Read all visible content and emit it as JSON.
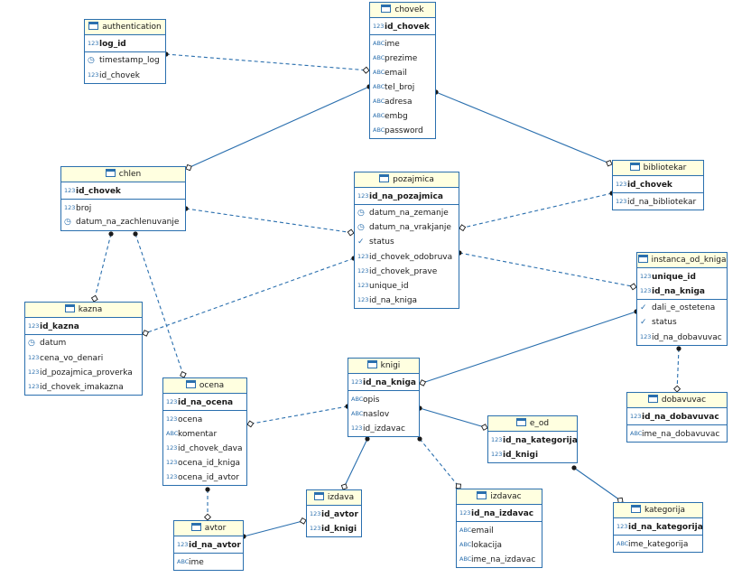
{
  "colors": {
    "border": "#2a6fae",
    "header_bg": "#ffffe0",
    "line": "#2a6fae",
    "background": "#ffffff"
  },
  "type_icons": {
    "num": "123",
    "text": "ABC",
    "date": "clock-icon",
    "bool": "check-icon"
  },
  "entities": {
    "authentication": {
      "title": "authentication",
      "keys": [
        {
          "t": "123",
          "n": "log_id"
        }
      ],
      "attrs": [
        {
          "t": "clock",
          "n": "timestamp_log"
        },
        {
          "t": "123",
          "n": "id_chovek"
        }
      ]
    },
    "chovek": {
      "title": "chovek",
      "keys": [
        {
          "t": "123",
          "n": "id_chovek"
        }
      ],
      "attrs": [
        {
          "t": "ABC",
          "n": "ime"
        },
        {
          "t": "ABC",
          "n": "prezime"
        },
        {
          "t": "ABC",
          "n": "email"
        },
        {
          "t": "ABC",
          "n": "tel_broj"
        },
        {
          "t": "ABC",
          "n": "adresa"
        },
        {
          "t": "ABC",
          "n": "embg"
        },
        {
          "t": "ABC",
          "n": "password"
        }
      ]
    },
    "chlen": {
      "title": "chlen",
      "keys": [
        {
          "t": "123",
          "n": "id_chovek"
        }
      ],
      "attrs": [
        {
          "t": "123",
          "n": "broj"
        },
        {
          "t": "clock",
          "n": "datum_na_zachlenuvanje"
        }
      ]
    },
    "pozajmica": {
      "title": "pozajmica",
      "keys": [
        {
          "t": "123",
          "n": "id_na_pozajmica"
        }
      ],
      "attrs": [
        {
          "t": "clock",
          "n": "datum_na_zemanje"
        },
        {
          "t": "clock",
          "n": "datum_na_vrakjanje"
        },
        {
          "t": "check",
          "n": "status"
        },
        {
          "t": "123",
          "n": "id_chovek_odobruva"
        },
        {
          "t": "123",
          "n": "id_chovek_prave"
        },
        {
          "t": "123",
          "n": "unique_id"
        },
        {
          "t": "123",
          "n": "id_na_kniga"
        }
      ]
    },
    "bibliotekar": {
      "title": "bibliotekar",
      "keys": [
        {
          "t": "123",
          "n": "id_chovek"
        }
      ],
      "attrs": [
        {
          "t": "123",
          "n": "id_na_bibliotekar"
        }
      ]
    },
    "instanca_od_kniga": {
      "title": "instanca_od_kniga",
      "keys": [
        {
          "t": "123",
          "n": "unique_id"
        },
        {
          "t": "123",
          "n": "id_na_kniga"
        }
      ],
      "attrs": [
        {
          "t": "check",
          "n": "dali_e_ostetena"
        },
        {
          "t": "check",
          "n": "status"
        },
        {
          "t": "123",
          "n": "id_na_dobavuvac"
        }
      ]
    },
    "kazna": {
      "title": "kazna",
      "keys": [
        {
          "t": "123",
          "n": "id_kazna"
        }
      ],
      "attrs": [
        {
          "t": "clock",
          "n": "datum"
        },
        {
          "t": "123",
          "n": "cena_vo_denari"
        },
        {
          "t": "123",
          "n": "id_pozajmica_proverka"
        },
        {
          "t": "123",
          "n": "id_chovek_imakazna"
        }
      ]
    },
    "knigi": {
      "title": "knigi",
      "keys": [
        {
          "t": "123",
          "n": "id_na_kniga"
        }
      ],
      "attrs": [
        {
          "t": "ABC",
          "n": "opis"
        },
        {
          "t": "ABC",
          "n": "naslov"
        },
        {
          "t": "123",
          "n": "id_izdavac"
        }
      ]
    },
    "ocena": {
      "title": "ocena",
      "keys": [
        {
          "t": "123",
          "n": "id_na_ocena"
        }
      ],
      "attrs": [
        {
          "t": "123",
          "n": "ocena"
        },
        {
          "t": "ABC",
          "n": "komentar"
        },
        {
          "t": "123",
          "n": "id_chovek_dava"
        },
        {
          "t": "123",
          "n": "ocena_id_kniga"
        },
        {
          "t": "123",
          "n": "ocena_id_avtor"
        }
      ]
    },
    "dobavuvac": {
      "title": "dobavuvac",
      "keys": [
        {
          "t": "123",
          "n": "id_na_dobavuvac"
        }
      ],
      "attrs": [
        {
          "t": "ABC",
          "n": "ime_na_dobavuvac"
        }
      ]
    },
    "e_od": {
      "title": "e_od",
      "keys": [
        {
          "t": "123",
          "n": "id_na_kategorija"
        },
        {
          "t": "123",
          "n": "id_knigi"
        }
      ],
      "attrs": []
    },
    "izdava": {
      "title": "izdava",
      "keys": [
        {
          "t": "123",
          "n": "id_avtor"
        },
        {
          "t": "123",
          "n": "id_knigi"
        }
      ],
      "attrs": []
    },
    "izdavac": {
      "title": "izdavac",
      "keys": [
        {
          "t": "123",
          "n": "id_na_izdavac"
        }
      ],
      "attrs": [
        {
          "t": "ABC",
          "n": "email"
        },
        {
          "t": "ABC",
          "n": "lokacija"
        },
        {
          "t": "ABC",
          "n": "ime_na_izdavac"
        }
      ]
    },
    "avtor": {
      "title": "avtor",
      "keys": [
        {
          "t": "123",
          "n": "id_na_avtor"
        }
      ],
      "attrs": [
        {
          "t": "ABC",
          "n": "ime"
        }
      ]
    },
    "kategorija": {
      "title": "kategorija",
      "keys": [
        {
          "t": "123",
          "n": "id_na_kategorija"
        }
      ],
      "attrs": [
        {
          "t": "ABC",
          "n": "ime_kategorija"
        }
      ]
    }
  },
  "relationships": [
    {
      "from": "authentication",
      "to": "chovek",
      "style": "dashed"
    },
    {
      "from": "chovek",
      "to": "chlen",
      "style": "solid"
    },
    {
      "from": "chovek",
      "to": "bibliotekar",
      "style": "solid"
    },
    {
      "from": "chlen",
      "to": "pozajmica",
      "style": "dashed"
    },
    {
      "from": "bibliotekar",
      "to": "pozajmica",
      "style": "dashed"
    },
    {
      "from": "pozajmica",
      "to": "instanca_od_kniga",
      "style": "dashed"
    },
    {
      "from": "chlen",
      "to": "kazna",
      "style": "dashed"
    },
    {
      "from": "chlen",
      "to": "ocena",
      "style": "dashed"
    },
    {
      "from": "pozajmica",
      "to": "kazna",
      "style": "dashed"
    },
    {
      "from": "instanca_od_kniga",
      "to": "knigi",
      "style": "solid"
    },
    {
      "from": "instanca_od_kniga",
      "to": "dobavuvac",
      "style": "dashed"
    },
    {
      "from": "knigi",
      "to": "ocena",
      "style": "dashed"
    },
    {
      "from": "knigi",
      "to": "e_od",
      "style": "solid"
    },
    {
      "from": "e_od",
      "to": "kategorija",
      "style": "solid"
    },
    {
      "from": "knigi",
      "to": "izdava",
      "style": "solid"
    },
    {
      "from": "knigi",
      "to": "izdavac",
      "style": "dashed"
    },
    {
      "from": "ocena",
      "to": "avtor",
      "style": "dashed"
    },
    {
      "from": "avtor",
      "to": "izdava",
      "style": "solid"
    }
  ]
}
